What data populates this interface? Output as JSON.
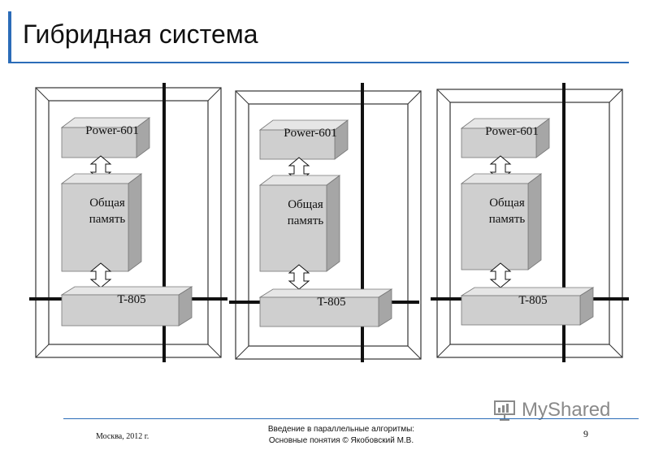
{
  "slide": {
    "title": "Гибридная система",
    "page_number": "9"
  },
  "nodes": [
    {
      "processor": "Power-601",
      "memory_line1": "Общая",
      "memory_line2": "память",
      "transputer": "T-805"
    },
    {
      "processor": "Power-601",
      "memory_line1": "Общая",
      "memory_line2": "память",
      "transputer": "T-805"
    },
    {
      "processor": "Power-601",
      "memory_line1": "Общая",
      "memory_line2": "память",
      "transputer": "T-805"
    }
  ],
  "footer": {
    "left": "Москва, 2012 г.",
    "center_line1": "Введение в параллельные алгоритмы:",
    "center_line2": "Основные понятия © Якобовский М.В."
  },
  "watermark": {
    "text": "MyShared"
  },
  "colors": {
    "accent": "#2b6cb8",
    "box_front": "#cfcfcf",
    "box_top": "#e6e6e6",
    "box_side": "#a6a6a6"
  }
}
